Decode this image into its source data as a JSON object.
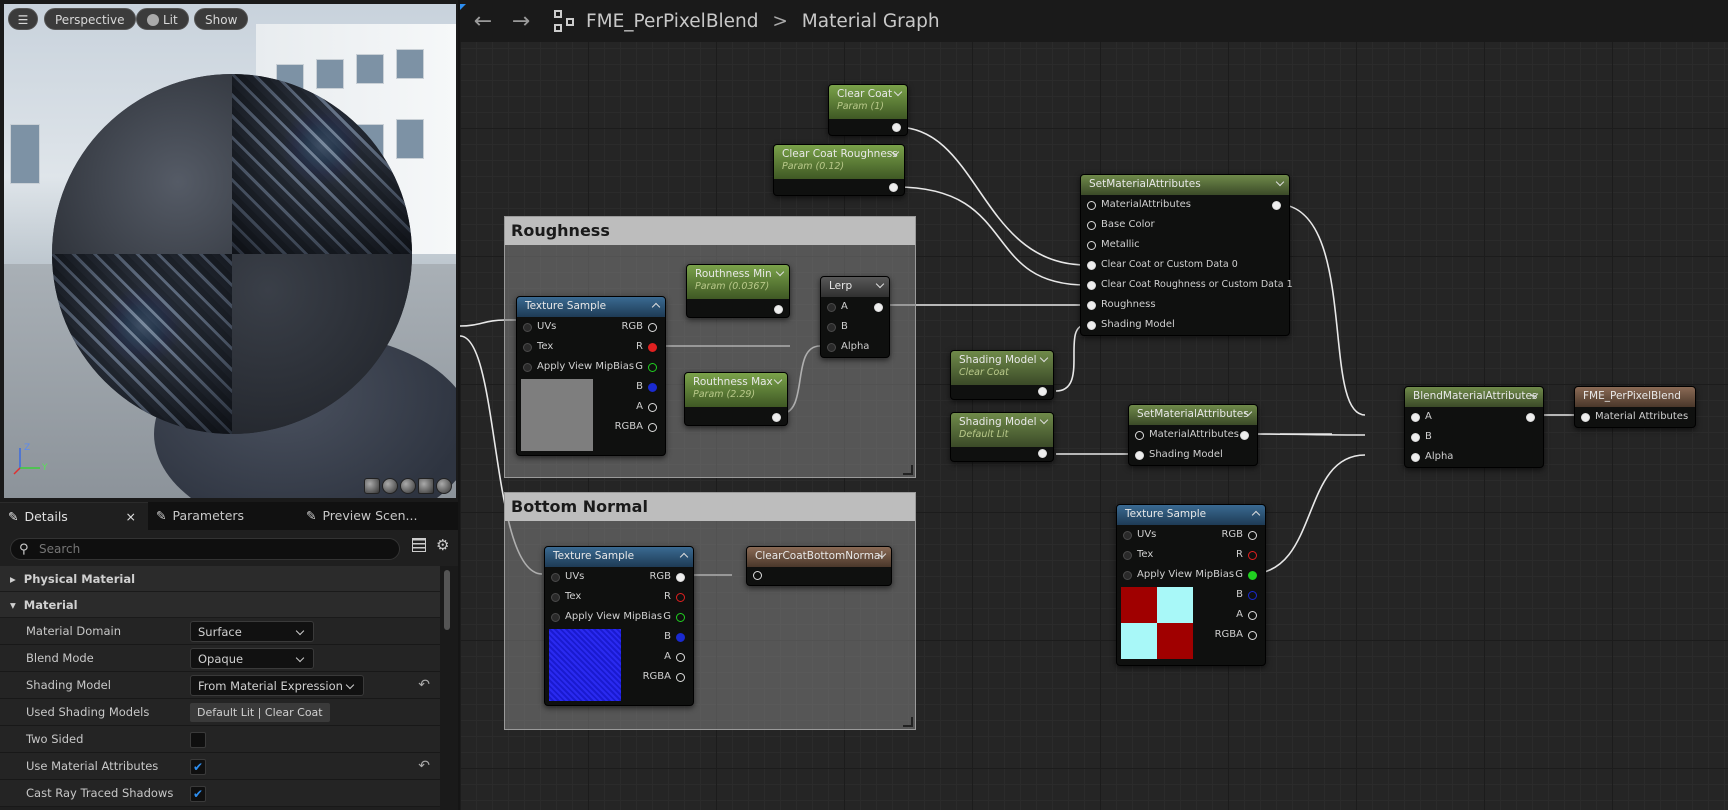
{
  "viewport": {
    "menu_icon": "hamburger-icon",
    "perspective_label": "Perspective",
    "lit_label": "Lit",
    "show_label": "Show",
    "axis_z": "Z",
    "axis_y": "Y"
  },
  "tabs": [
    {
      "label": "Details",
      "icon": "pencil-icon",
      "close": "×"
    },
    {
      "label": "Parameters",
      "icon": "pencil-icon"
    },
    {
      "label": "Preview Scen...",
      "icon": "pencil-icon"
    }
  ],
  "search": {
    "placeholder": "Search"
  },
  "details": {
    "physical_material": "Physical Material",
    "material": "Material",
    "rows": [
      {
        "label": "Material Domain",
        "value": "Surface"
      },
      {
        "label": "Blend Mode",
        "value": "Opaque"
      },
      {
        "label": "Shading Model",
        "value": "From Material Expression"
      },
      {
        "label": "Used Shading Models",
        "value": "Default Lit | Clear Coat"
      },
      {
        "label": "Two Sided",
        "value": ""
      },
      {
        "label": "Use Material Attributes",
        "value": "✔"
      },
      {
        "label": "Cast Ray Traced Shadows",
        "value": "✔"
      }
    ]
  },
  "graph": {
    "material_name": "FME_PerPixelBlend",
    "separator": ">",
    "graph_name": "Material Graph",
    "comments": {
      "roughness": "Roughness",
      "bottom_normal": "Bottom Normal"
    },
    "nodes": {
      "clear_coat": {
        "title": "Clear Coat",
        "sub": "Param (1)"
      },
      "clear_coat_rough": {
        "title": "Clear Coat Roughness",
        "sub": "Param (0.12)"
      },
      "rough_min": {
        "title": "Routhness Min",
        "sub": "Param (0.0367)"
      },
      "rough_max": {
        "title": "Routhness Max",
        "sub": "Param (2.29)"
      },
      "lerp": {
        "title": "Lerp",
        "a": "A",
        "b": "B",
        "alpha": "Alpha"
      },
      "tex1": {
        "title": "Texture Sample"
      },
      "tex2": {
        "title": "Texture Sample"
      },
      "tex3": {
        "title": "Texture Sample"
      },
      "tex_pins": {
        "uvs": "UVs",
        "tex": "Tex",
        "mip": "Apply View MipBias",
        "rgb": "RGB",
        "r": "R",
        "g": "G",
        "b": "B",
        "a": "A",
        "rgba": "RGBA"
      },
      "cc_bottom": {
        "title": "ClearCoatBottomNormal"
      },
      "shading1": {
        "title": "Shading Model",
        "sub": "Clear Coat"
      },
      "shading2": {
        "title": "Shading Model",
        "sub": "Default Lit"
      },
      "sma1": {
        "title": "SetMaterialAttributes",
        "pins": [
          "MaterialAttributes",
          "Base Color",
          "Metallic",
          "Clear Coat or Custom Data 0",
          "Clear Coat Roughness or Custom Data 1",
          "Roughness",
          "Shading Model"
        ]
      },
      "sma2": {
        "title": "SetMaterialAttributes",
        "pins": [
          "MaterialAttributes",
          "Shading Model"
        ]
      },
      "blend": {
        "title": "BlendMaterialAttributes",
        "a": "A",
        "b": "B",
        "alpha": "Alpha"
      },
      "output": {
        "title": "FME_PerPixelBlend",
        "pin": "Material Attributes"
      }
    }
  }
}
